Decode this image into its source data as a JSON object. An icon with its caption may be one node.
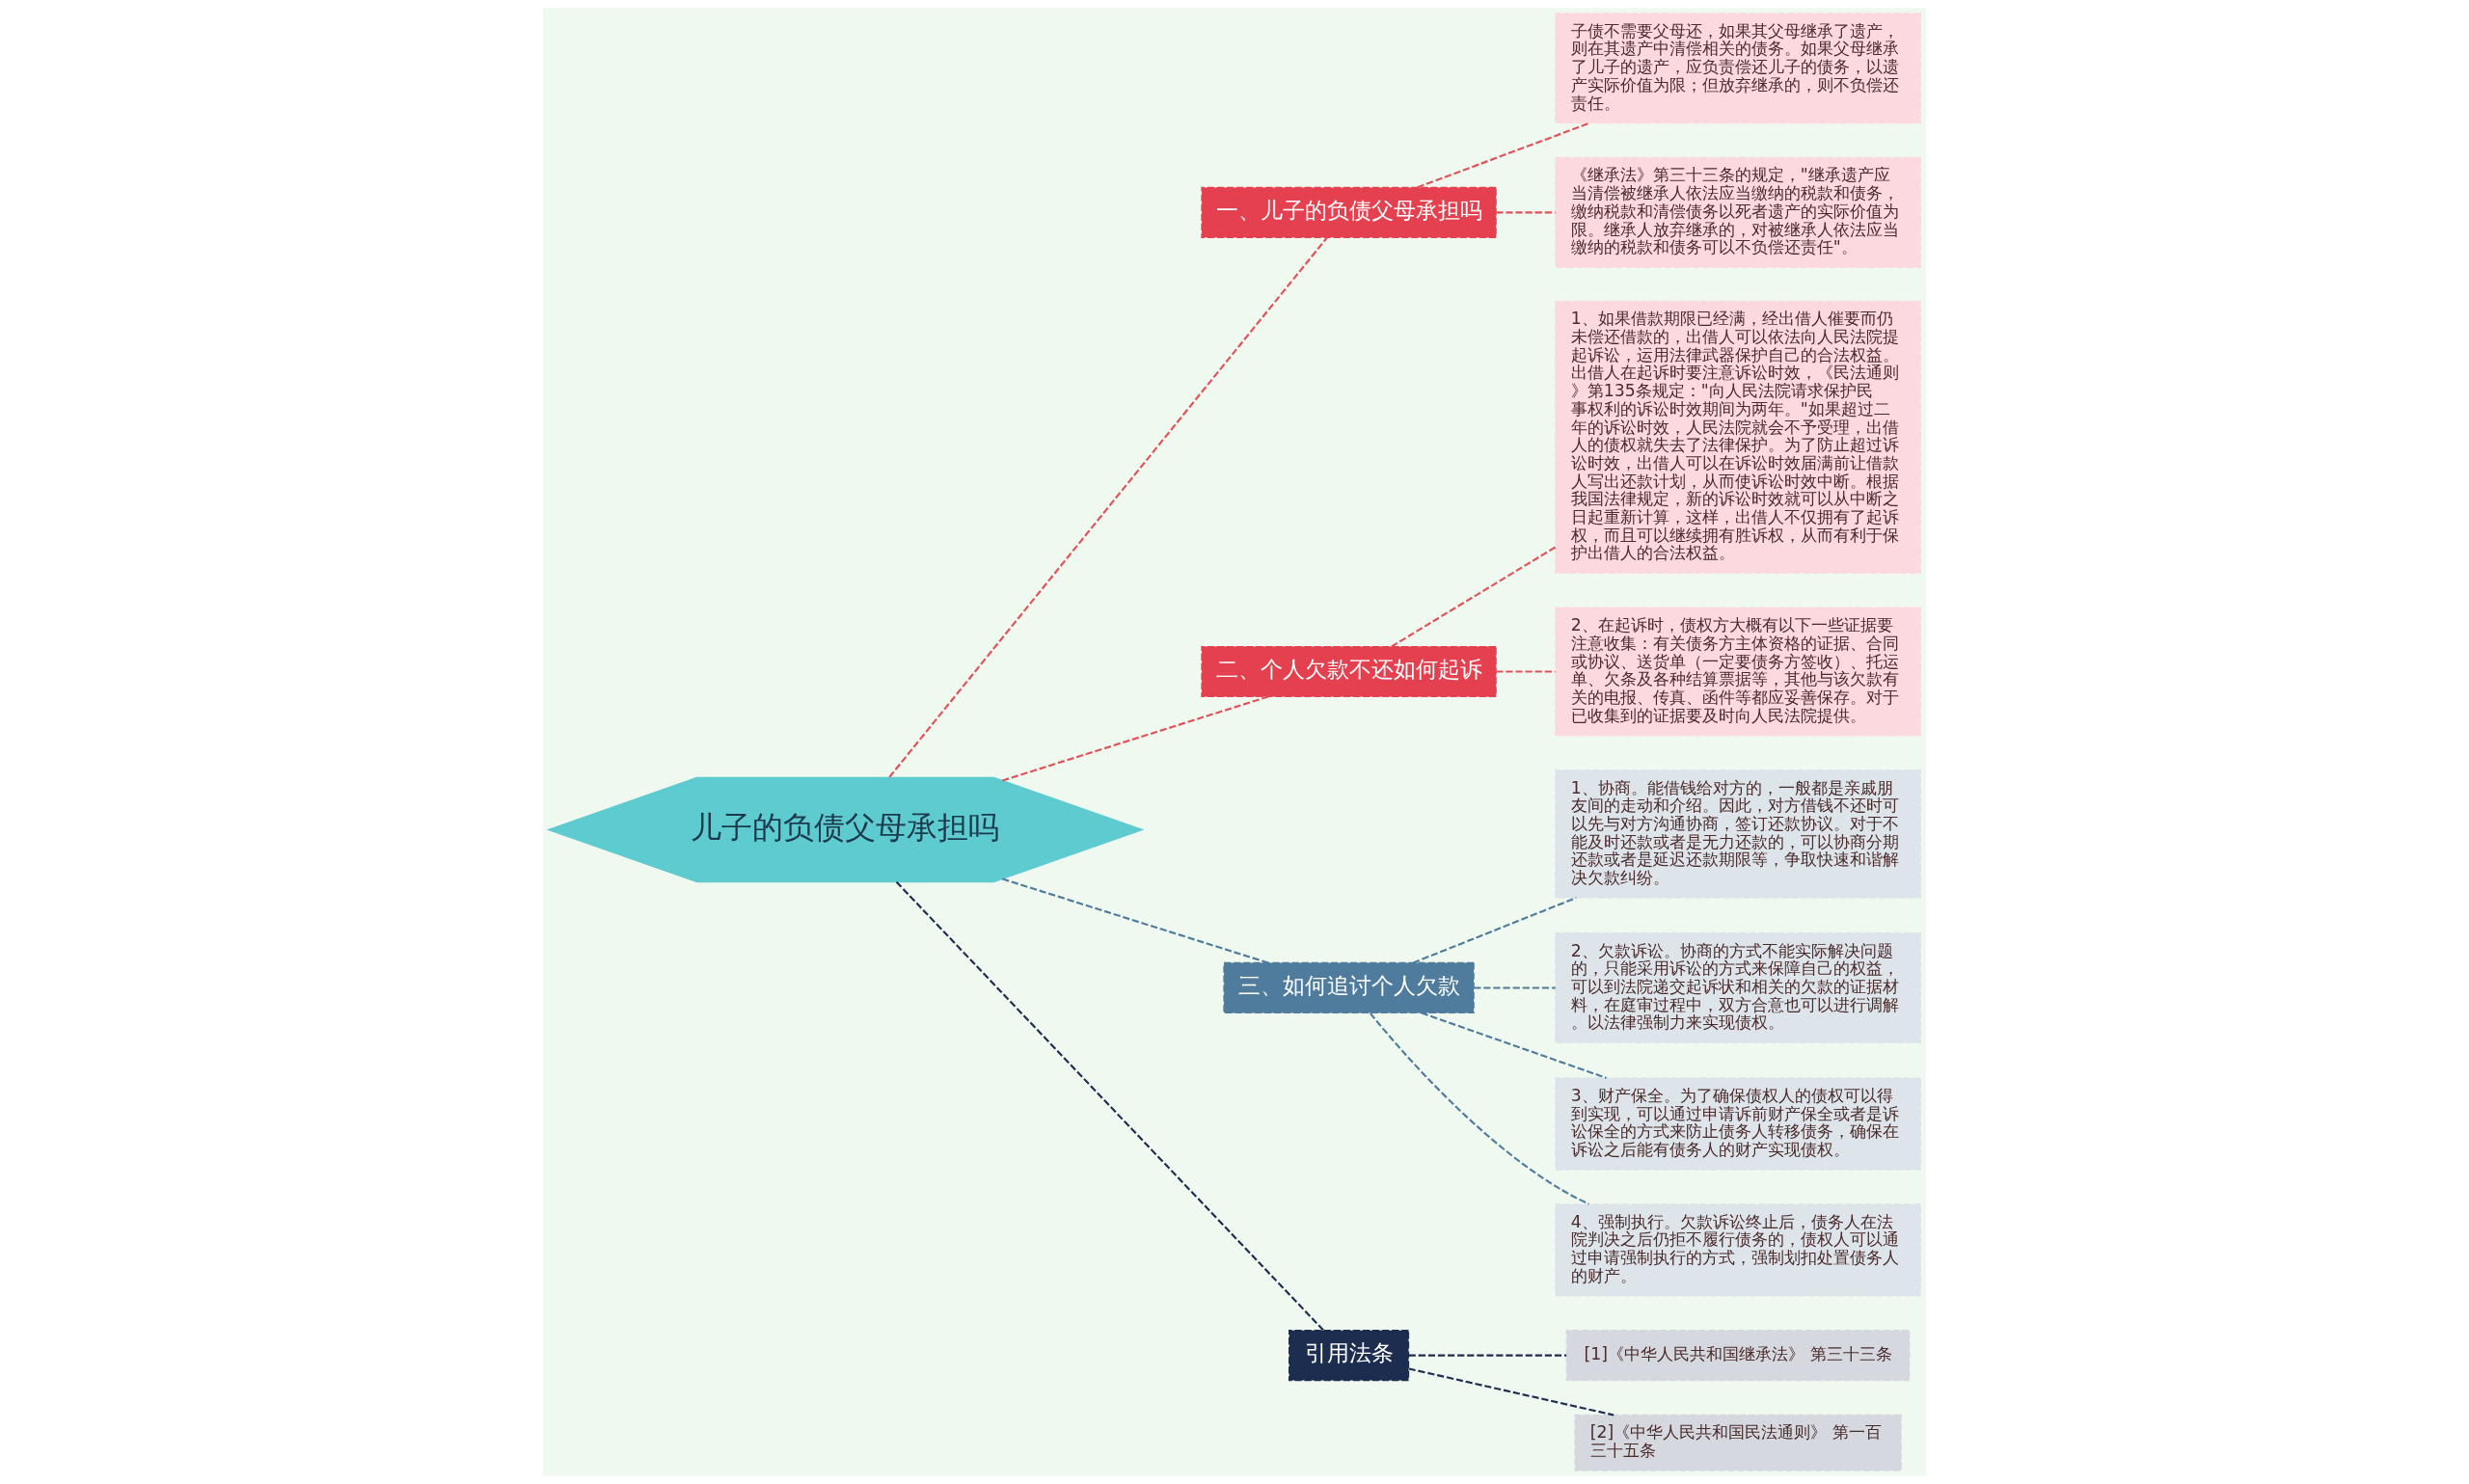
{
  "diagram": {
    "nodes": [
      {
        "text": [
          "儿子的负债父母承担吗"
        ]
      },
      {
        "text": [
          "一、儿子的负债父母承担吗"
        ]
      },
      {
        "text": [
          "子债不需要父母还，如果其父母继承了遗产，则在其遗产中清偿相关的债务。如果父母继承了儿子的遗产，应负责偿还儿子的债务，以遗产实际价值为限；但放弃继承的，则不负偿还责任。"
        ]
      },
      {
        "text": [
          "《继承法》第三十三条的规定，\"继承遗产应当清偿被继承人依法应当缴纳的税款和债务，缴纳税款和清偿债务以死者遗产的实际价值为限。继承人放弃继承的，对被继承人依法应当缴纳的税款和债务可以不负偿还责任\"。"
        ]
      },
      {
        "text": [
          "二、个人欠款不还如何起诉"
        ]
      },
      {
        "text": [
          "1、如果借款期限已经满，经出借人催要而仍未偿还借款的，出借人可以依法向人民法院提起诉讼，运用法律武器保护自己的合法权益。出借人在起诉时要注意诉讼时效，《民法通则》第135条规定：\"向人民法院请求保护民事权利的诉讼时效期间为两年。\"如果超过二年的诉讼时效，人民法院就会不予受理，出借人的债权就失去了法律保护。为了防止超过诉讼时效，出借人可以在诉讼时效届满前让借款人写出还款计划，从而使诉讼时效中断。根据我国法律规定，新的诉讼时效就可以从中断之日起重新计算，这样，出借人不仅拥有了起诉权，而且可以继续拥有胜诉权，从而有利于保护出借人的合法权益。"
        ]
      },
      {
        "text": [
          "2、在起诉时，债权方大概有以下一些证据要注意收集：有关债务方主体资格的证据、合同或协议、送货单（一定要债务方签收）、托运单、欠条及各种结算票据等，其他与该欠款有关的电报、传真、函件等都应妥善保存。对于已收集到的证据要及时向人民法院提供。"
        ]
      },
      {
        "text": [
          "三、如何追讨个人欠款"
        ]
      },
      {
        "text": [
          "1、协商。能借钱给对方的，一般都是亲戚朋友间的走动和介绍。因此，对方借钱不还时可以先与对方沟通协商，签订还款协议。对于不能及时还款或者是无力还款的，可以协商分期还款或者是延迟还款期限等，争取快速和谐解决欠款纠纷。"
        ]
      },
      {
        "text": [
          "2、欠款诉讼。协商的方式不能实际解决问题的，只能采用诉讼的方式来保障自己的权益，可以到法院递交起诉状和相关的欠款的证据材料，在庭审过程中，双方合意也可以进行调解。以法律强制力来实现债权。"
        ]
      },
      {
        "text": [
          "3、财产保全。为了确保债权人的债权可以得到实现，可以通过申请诉前财产保全或者是诉讼保全的方式来防止债务人转移债务，确保在诉讼之后能有债务人的财产实现债权。"
        ]
      },
      {
        "text": [
          "4、强制执行。欠款诉讼终止后，债务人在法院判决之后仍拒不履行债务的，债权人可以通过申请强制执行的方式，强制划扣处置债务人的财产。"
        ]
      },
      {
        "text": [
          "引用法条"
        ]
      },
      {
        "text": [
          "[1]《中华人民共和国继承法》 第三十三条"
        ]
      },
      {
        "text": [
          "[2]《中华人民共和国民法通则》 第一百三十五条"
        ]
      }
    ],
    "edges": [
      {
        "from": 0,
        "to": 1,
        "arrow": "none",
        "style": "dashed"
      },
      {
        "from": 1,
        "to": 2,
        "arrow": "none",
        "style": "dashed"
      },
      {
        "from": 1,
        "to": 3,
        "arrow": "none",
        "style": "dashed"
      },
      {
        "from": 0,
        "to": 4,
        "arrow": "none",
        "style": "dashed"
      },
      {
        "from": 4,
        "to": 5,
        "arrow": "none",
        "style": "dashed"
      },
      {
        "from": 4,
        "to": 6,
        "arrow": "none",
        "style": "dashed"
      },
      {
        "from": 0,
        "to": 7,
        "arrow": "none",
        "style": "dashed",
        "color": "#4f7c9c"
      },
      {
        "from": 7,
        "to": 8,
        "arrow": "none",
        "style": "dashed",
        "color": "#4f7c9c"
      },
      {
        "from": 7,
        "to": 9,
        "arrow": "none",
        "style": "dashed",
        "color": "#4f7c9c"
      },
      {
        "from": 7,
        "to": 10,
        "arrow": "none",
        "style": "dashed",
        "color": "#4f7c9c"
      },
      {
        "from": 7,
        "to": 11,
        "arrow": "none",
        "style": "dashed",
        "color": "#4f7c9c"
      },
      {
        "from": 0,
        "to": 12,
        "arrow": "none",
        "style": "dashed",
        "color": "#1c2d4f"
      },
      {
        "from": 12,
        "to": 13,
        "arrow": "none",
        "style": "dashed",
        "color": "#1c2d4f"
      },
      {
        "from": 12,
        "to": 14,
        "arrow": "none",
        "style": "dashed",
        "color": "#1c2d4f"
      }
    ]
  }
}
